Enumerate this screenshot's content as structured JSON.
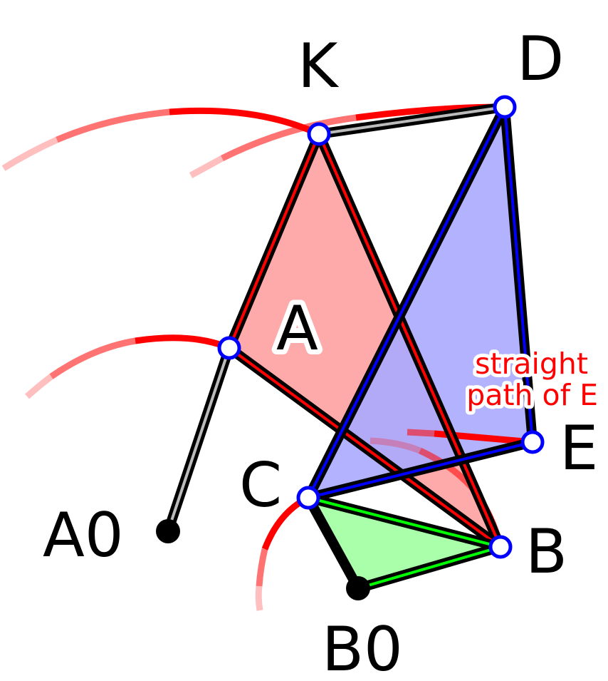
{
  "labels": {
    "k": "K",
    "d": "D",
    "a": "A",
    "e": "E",
    "c": "C",
    "b": "B",
    "a0": "A0",
    "b0": "B0",
    "note_line1": "straight",
    "note_line2": "path of E"
  },
  "colors": {
    "link": "#000000",
    "triangle_a_fill": "#ffaaaa",
    "triangle_a_edge": "#ff0000",
    "triangle_d_fill": "#aaaaff",
    "triangle_d_edge": "#0000ff",
    "triangle_b0_fill": "#aaffaa",
    "triangle_b0_edge": "#00ff00",
    "path": "#ff0000",
    "joint_ring": "#0000ff",
    "ground_joint": "#000000",
    "note_text": "#ff0000"
  }
}
